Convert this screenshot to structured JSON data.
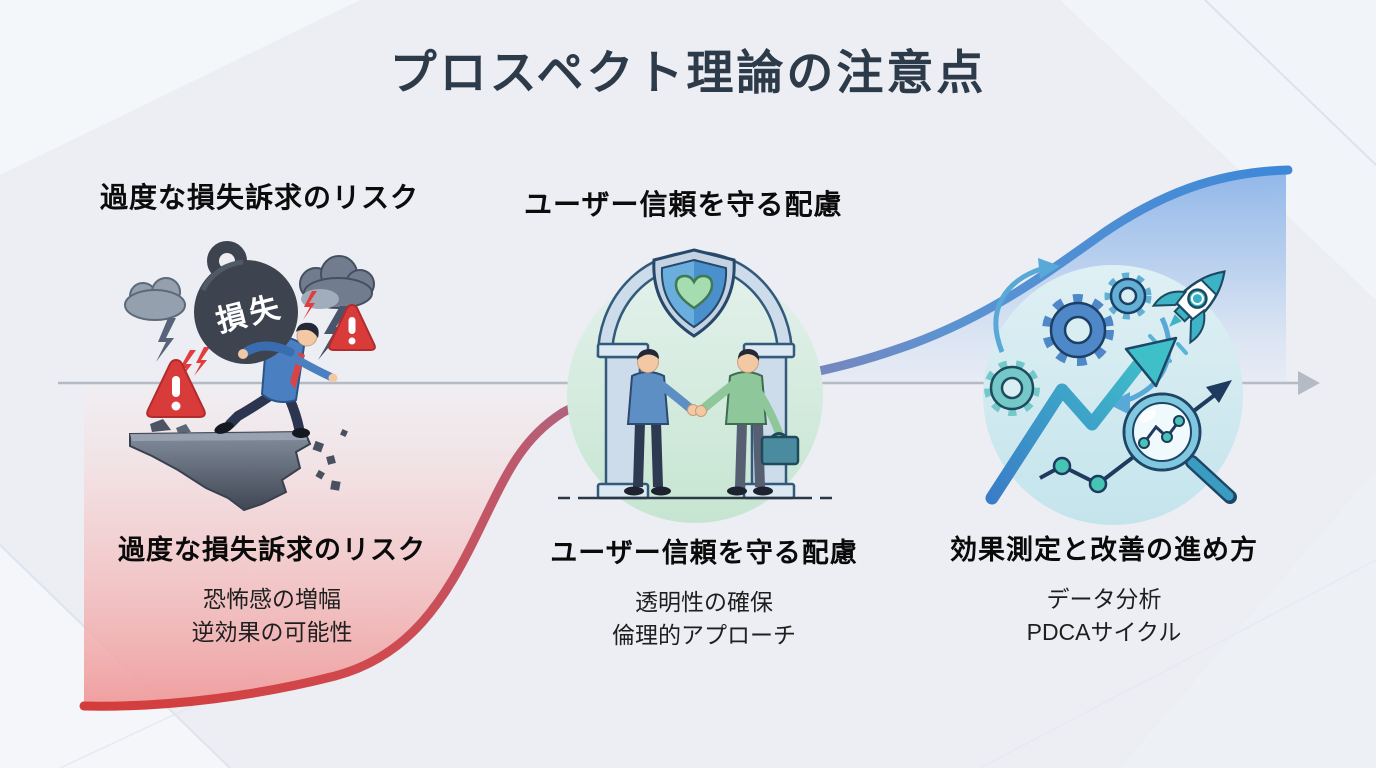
{
  "slide": {
    "title": "プロスペクト理論の注意点"
  },
  "sections": [
    {
      "id": "loss-risk",
      "top_label": "過度な損失訴求のリスク",
      "heading": "過度な損失訴求のリスク",
      "point1": "恐怖感の増幅",
      "point2": "逆効果の可能性",
      "weight_label": "損失",
      "illustration": "businessman-carrying-loss-weight-on-crumbling-cliff"
    },
    {
      "id": "user-trust",
      "top_label": "ユーザー信頼を守る配慮",
      "heading": "ユーザー信頼を守る配慮",
      "point1": "透明性の確保",
      "point2": "倫理的アプローチ",
      "illustration": "handshake-under-arch-with-heart-shield"
    },
    {
      "id": "measure-improve",
      "heading": "効果測定と改善の進め方",
      "point1": "データ分析",
      "point2": "PDCAサイクル",
      "illustration": "gears-rocket-growth-chart-magnifier"
    }
  ],
  "colors": {
    "title": "#2c3a49",
    "loss_red": "#d43c3c",
    "loss_fill": "#f0a0a0",
    "gain_blue": "#3e88d8",
    "gain_fill": "#a9c7ed",
    "axis_gray": "#b5bbc5",
    "trust_green": "#8ec79a",
    "teal": "#3fb6c8",
    "background": "#eceef3"
  }
}
